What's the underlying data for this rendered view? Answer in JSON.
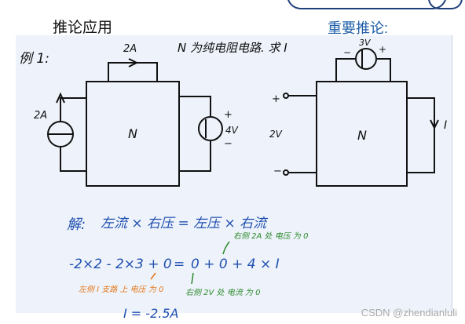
{
  "header": {
    "left_title": "推论应用",
    "right_title": "重要推论:"
  },
  "example": {
    "label": "例 1:",
    "problem": "N 为纯电阻电路. 求 I",
    "current_source_top": "2A",
    "current_source_left": "2A",
    "voltage_source_value": "4V",
    "voltage_plus": "+",
    "voltage_minus": "−",
    "network_left": "N"
  },
  "inference": {
    "source_label": "3V",
    "plus": "+",
    "minus": "−",
    "port_plus": "+",
    "port_minus": "−",
    "port_voltage": "2V",
    "network_right": "N",
    "current_label": "I"
  },
  "solution": {
    "label": "解:",
    "principle": "左流 × 右压 = 左压 × 右流",
    "equation_left": "-2×2 - 2×3 + 0",
    "equals": "=",
    "equation_right": "0 + 0 + 4 × I",
    "note_right_green": "右侧 2A 处 电压 为 0",
    "note_left_orange": "左侧 I 支路 上 电压 为 0",
    "note_mid_green": "右侧 2V 处 电流 为 0",
    "answer": "I = -2.5A"
  },
  "colors": {
    "ink": "#111111",
    "blue": "#1f5fa8",
    "handwriting_blue": "#1f4fb0",
    "orange": "#e4771a",
    "green": "#2d8a2d",
    "panel": "#eef3fb"
  },
  "watermark": "CSDN @zhendianluli"
}
